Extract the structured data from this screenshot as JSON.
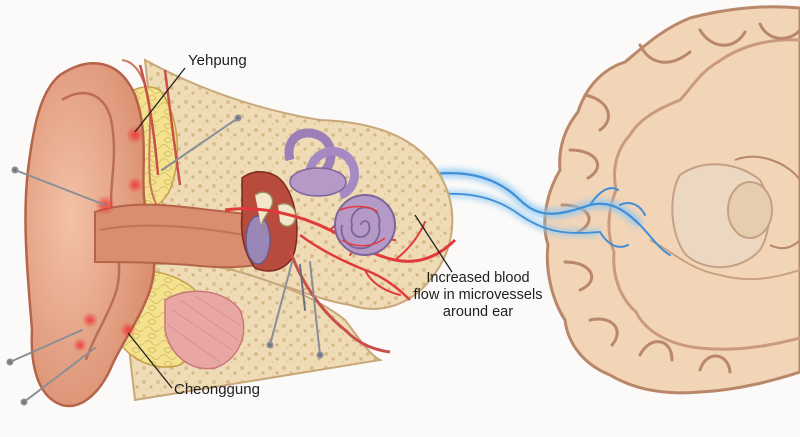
{
  "labels": {
    "yehpung": "Yehpung",
    "cheonggung": "Cheonggung",
    "blood_flow": "Increased blood flow in microvessels around ear"
  },
  "colors": {
    "skin": "#e9a88c",
    "skin_dark": "#c9745a",
    "bone": "#eedcb8",
    "fat": "#f2e08a",
    "brain": "#f1d2b4",
    "brain_outline": "#b9876a",
    "vessel_red": "#e23a3a",
    "nerve_blue": "#4a9fe0",
    "cochlea": "#b59ac8",
    "needle": "#8a8f96"
  }
}
